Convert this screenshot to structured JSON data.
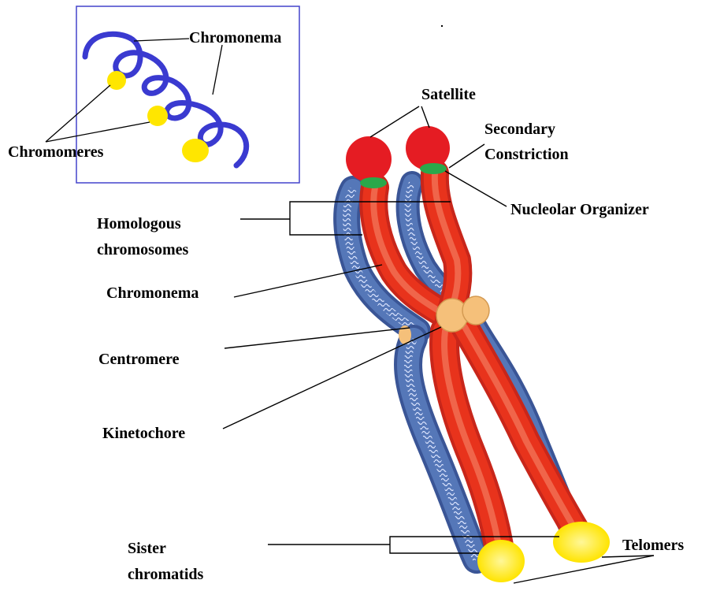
{
  "labels": {
    "chromonema_inset": "Chromonema",
    "chromomeres": "Chromomeres",
    "satellite": "Satellite",
    "secondary_constriction_line1": "Secondary",
    "secondary_constriction_line2": "Constriction",
    "nucleolar_organizer": "Nucleolar Organizer",
    "homologous_line1": "Homologous",
    "homologous_line2": "chromosomes",
    "chromonema": "Chromonema",
    "centromere": "Centromere",
    "kinetochore": "Kinetochore",
    "sister_line1": "Sister",
    "sister_line2": "chromatids",
    "telomers": "Telomers"
  },
  "colors": {
    "blue_chromatid": "#5577b8",
    "blue_chromatid_dark": "#3a5596",
    "red_chromatid": "#e8331c",
    "red_chromatid_light": "#f47a5e",
    "satellite": "#e51c23",
    "nucleolar_organizer": "#2aa84a",
    "centromere": "#f5c07a",
    "telomere": "#ffee00",
    "inset_coil": "#3a3ad0",
    "inset_border": "#4444cc",
    "chromomere": "#ffe600"
  }
}
